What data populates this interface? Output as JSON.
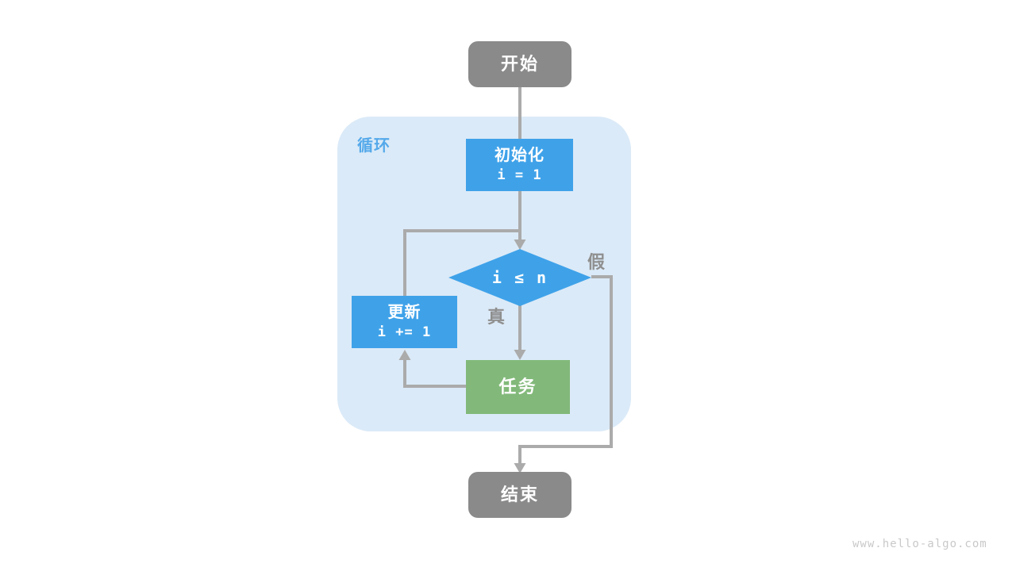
{
  "page": {
    "watermark": "www.hello-algo.com"
  },
  "colors": {
    "canvas_bg": "#ffffff",
    "terminal_gray": "#8A8A8A",
    "process_blue": "#3FA2E9",
    "task_green": "#82B97A",
    "loop_container_bg": "#DBEAF8",
    "loop_label_blue": "#54A9EA",
    "connector_gray": "#ABABAB",
    "branch_label_gray": "#8F8F8F",
    "watermark_gray": "#C9C9C9",
    "node_text": "#ffffff"
  },
  "flowchart": {
    "start": {
      "label": "开始"
    },
    "loop_container": {
      "label": "循环"
    },
    "init": {
      "label": "初始化",
      "code": "i = 1"
    },
    "condition": {
      "label": "i ≤ n"
    },
    "branch_true": {
      "label": "真"
    },
    "branch_false": {
      "label": "假"
    },
    "update": {
      "label": "更新",
      "code": "i += 1"
    },
    "task": {
      "label": "任务"
    },
    "end": {
      "label": "结束"
    }
  }
}
